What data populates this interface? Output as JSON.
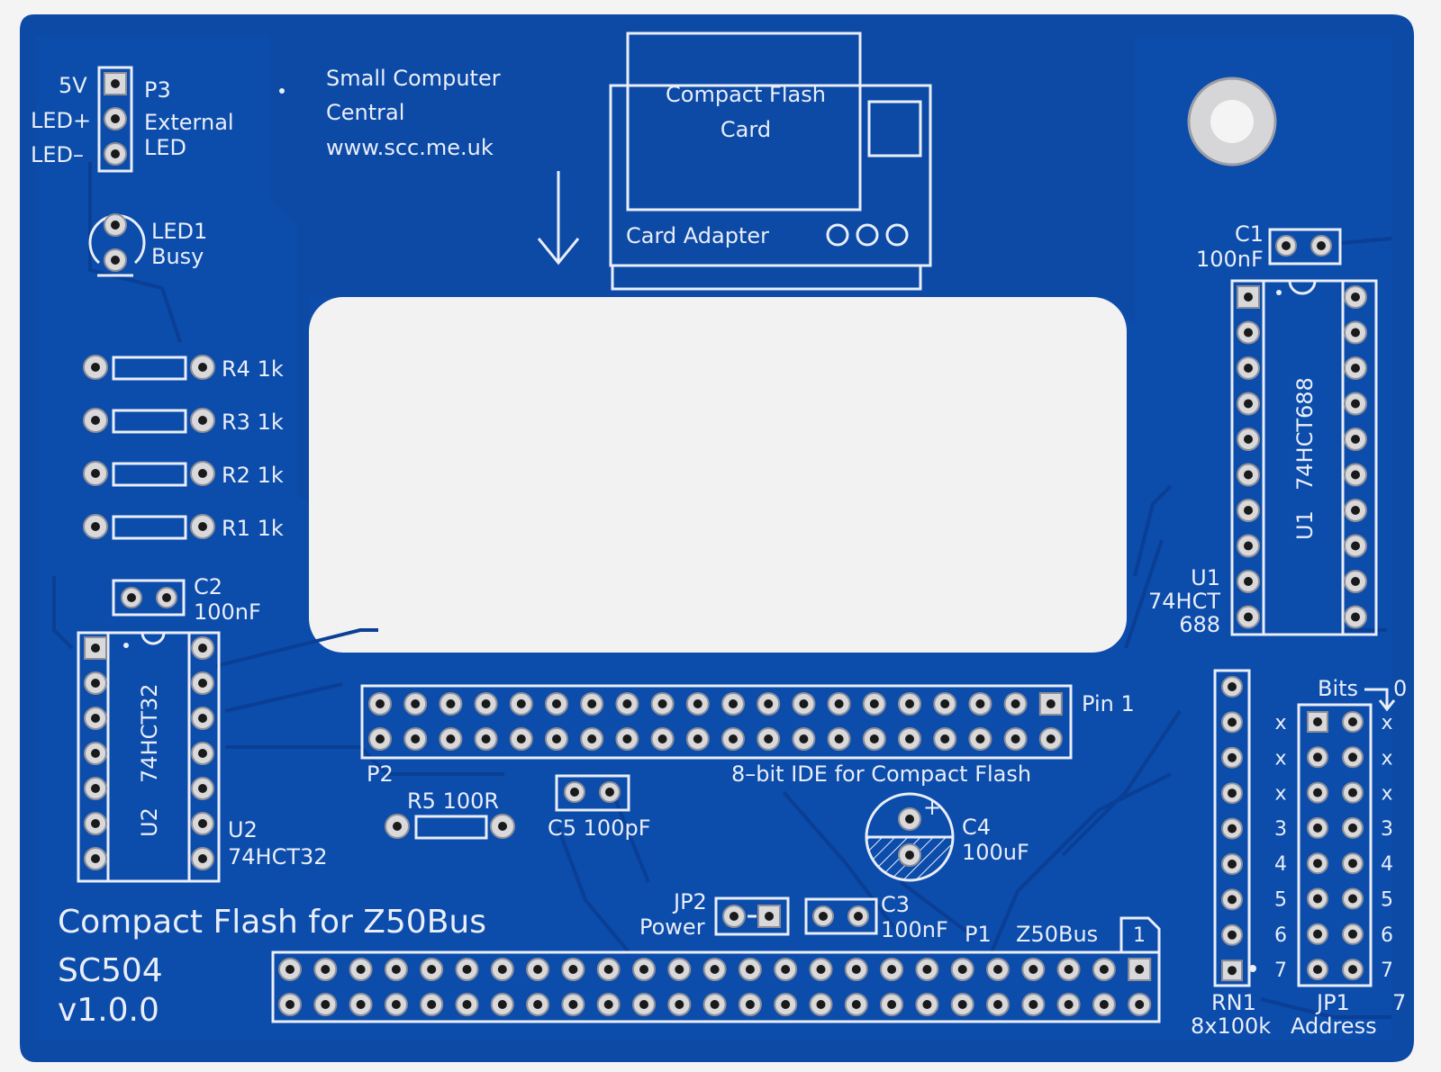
{
  "board": {
    "title": "Compact Flash for Z50Bus",
    "model": "SC504",
    "version": "v1.0.0",
    "colors": {
      "solder_mask": "#0c4aa6",
      "silkscreen": "#e9eef8",
      "background": "#f4f4f4",
      "pad": "#d9d9dc"
    }
  },
  "maker": {
    "line1": "Small Computer",
    "line2": "Central",
    "url": "www.scc.me.uk"
  },
  "card_graphic": {
    "card_line1": "Compact Flash",
    "card_line2": "Card",
    "adapter": "Card Adapter"
  },
  "labels": {
    "p3": "P3",
    "p3_5v": "5V",
    "p3_ledp": "LED+",
    "p3_ledm": "LED–",
    "external": "External",
    "led": "LED",
    "led1": "LED1",
    "busy": "Busy",
    "r4": "R4 1k",
    "r3": "R3 1k",
    "r2": "R2 1k",
    "r1": "R1 1k",
    "c2": "C2",
    "c2_val": "100nF",
    "u2_chip": "74HCT32",
    "u2_ref": "U2",
    "u2_side1": "U2",
    "u2_side2": "74HCT32",
    "p2": "P2",
    "pin1": "Pin 1",
    "ide": "8–bit IDE for Compact Flash",
    "r5": "R5 100R",
    "c5": "C5 100pF",
    "c4": "C4",
    "c4_val": "100uF",
    "jp2": "JP2",
    "jp2_power": "Power",
    "c3": "C3",
    "c3_val": "100nF",
    "p1": "P1",
    "z50bus": "Z50Bus",
    "p1_pin1": "1",
    "c1": "C1",
    "c1_val": "100nF",
    "u1_chip": "74HCT688",
    "u1_ref": "U1",
    "u1_side1": "U1",
    "u1_side2": "74HCT",
    "u1_side3": "688",
    "bits": "Bits",
    "bit0": "0",
    "jp1": "JP1",
    "jp1_address": "Address",
    "rn1": "RN1",
    "rn1_val": "8x100k",
    "bottom7": "7"
  },
  "bit_rows": [
    "x",
    "x",
    "x",
    "3",
    "4",
    "5",
    "6",
    "7"
  ]
}
